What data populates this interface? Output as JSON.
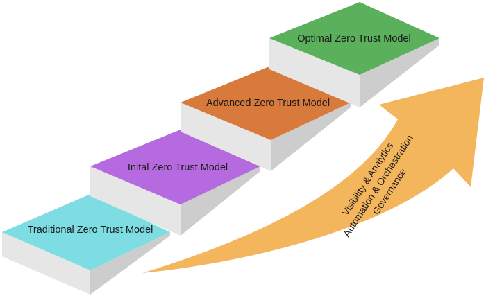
{
  "colors": {
    "step_traditional": "#7ddde3",
    "step_initial": "#b56bdf",
    "step_advanced": "#d87a3c",
    "step_optimal": "#5bb05b",
    "riser_light": "#e7e7e7",
    "riser_shadow": "#cfcfcf",
    "arrow": "#f3b65d"
  },
  "steps": [
    {
      "label": "Traditional Zero Trust Model"
    },
    {
      "label": "Inital Zero Trust Model"
    },
    {
      "label": "Advanced Zero Trust Model"
    },
    {
      "label": "Optimal Zero Trust Model"
    }
  ],
  "arrow": {
    "lines": [
      "Visibility & Analytics",
      "Automation & Orchestration",
      "Governance"
    ]
  }
}
